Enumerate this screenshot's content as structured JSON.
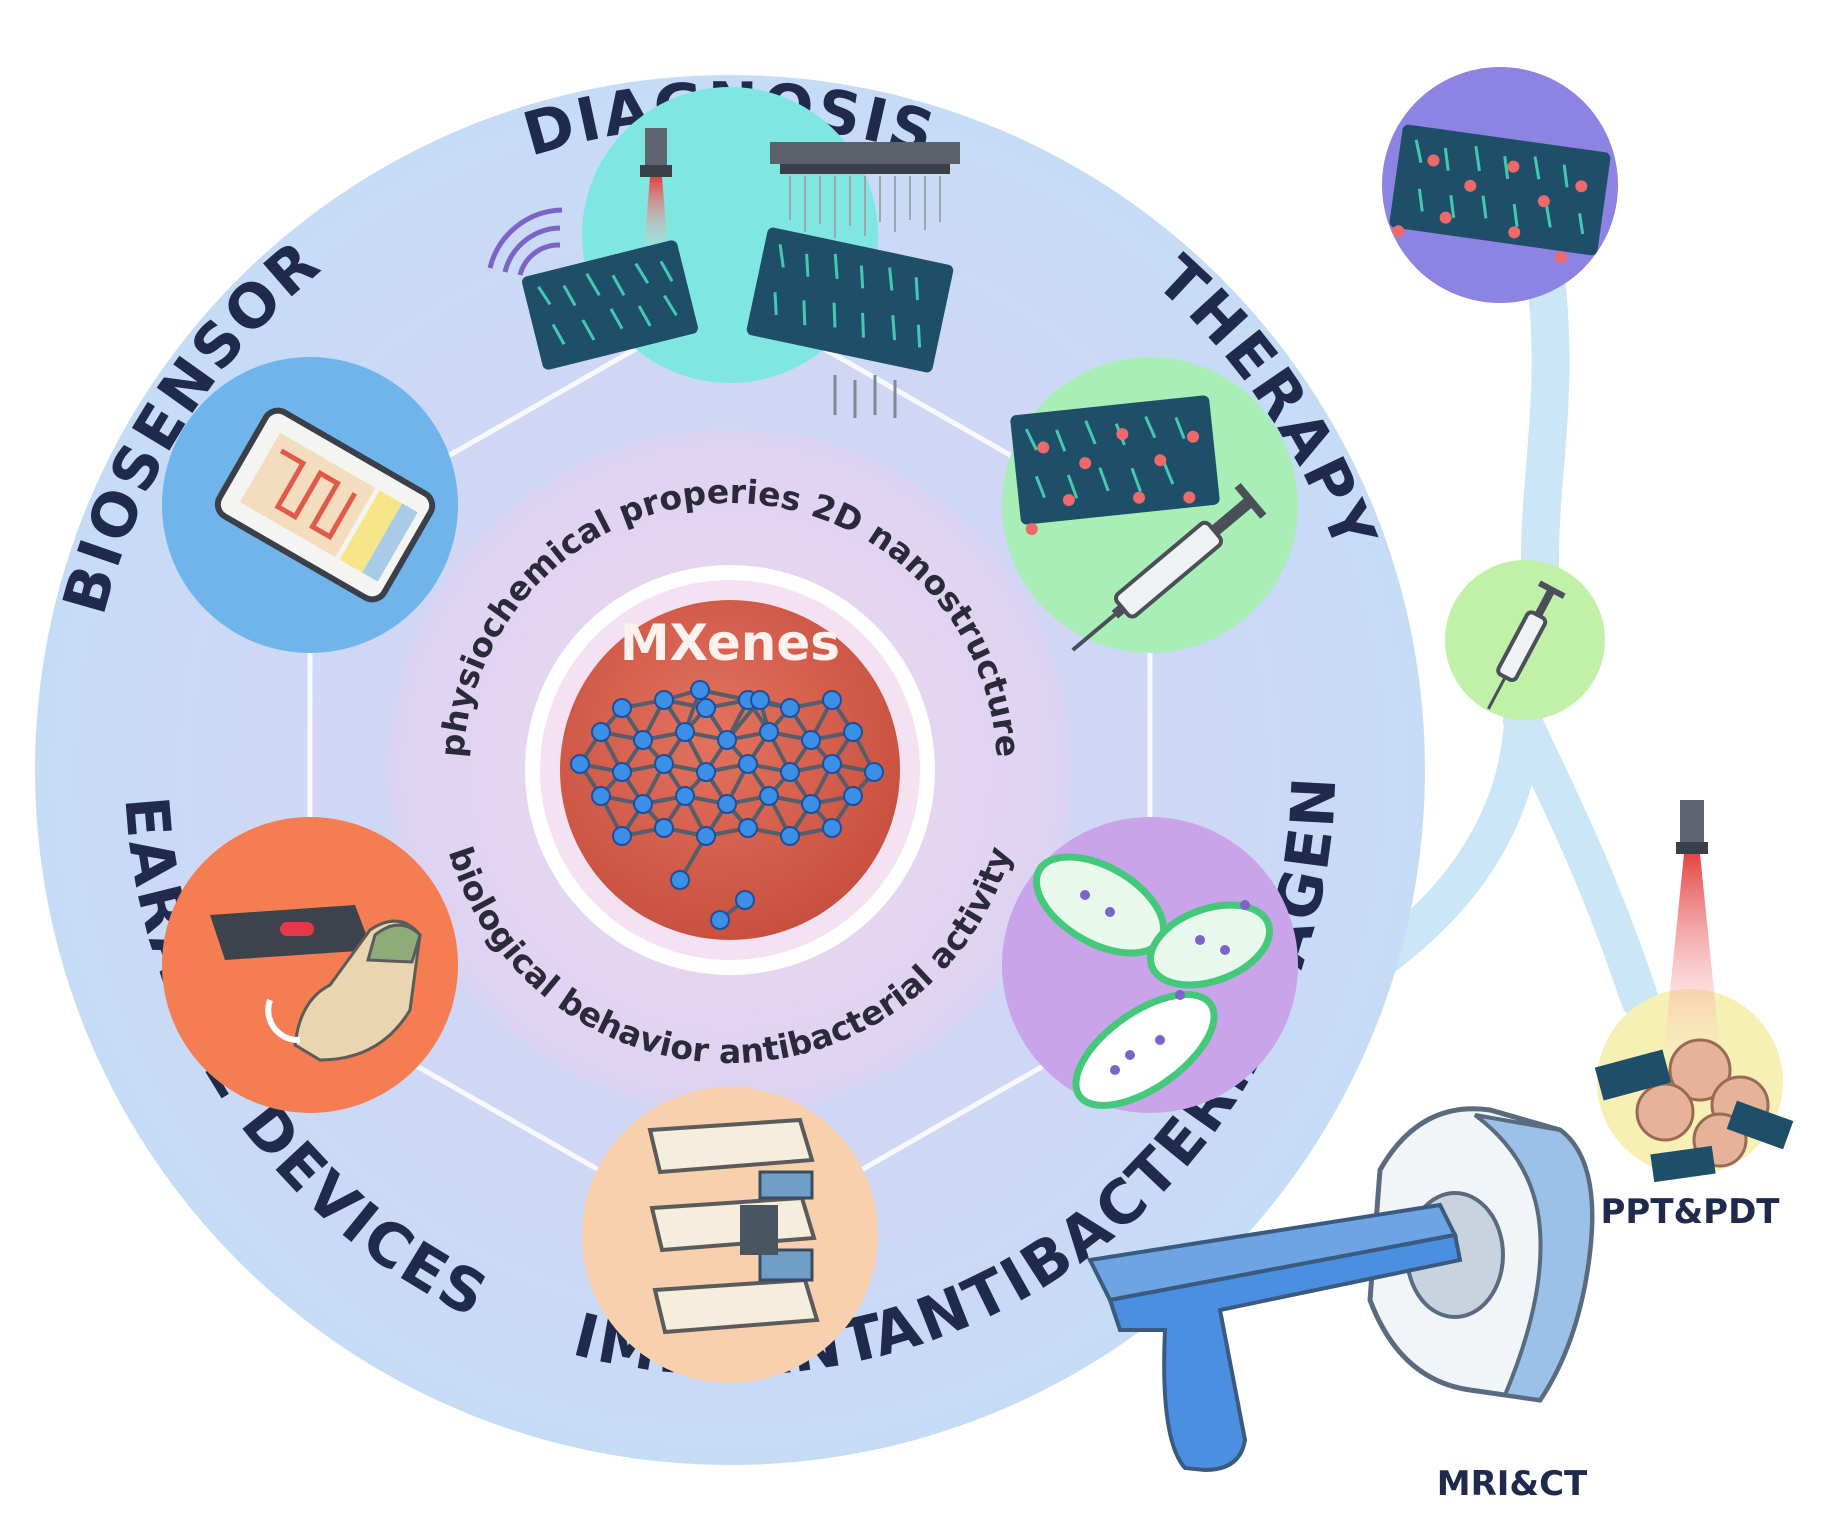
{
  "center": {
    "title": "MXenes"
  },
  "inner_ring": {
    "top_phrase": "physiochemical properies 2D nanostructure",
    "bottom_phrase": "biological behavior antibacterial activity"
  },
  "categories": {
    "diagnosis": "DIAGNOSIS",
    "therapy": "THERAPY",
    "antibacterial": "ANTIBACTERIAL AGENT",
    "implant": "IMPLANT",
    "wearable": "WEARABLE DEVICES",
    "biosensor": "BIOSENSOR"
  },
  "side_labels": {
    "ppt_pdt": "PPT&PDT",
    "mri_ct": "MRI&CT"
  },
  "colors": {
    "outer_disc": "#c9dcf6",
    "inner_disc": "#e8d6f4",
    "core": "#d9624f",
    "diagnosis_bg": "#7fe6e2",
    "therapy_bg": "#a8eeb6",
    "antibacterial_bg": "#c9a4ea",
    "implant_bg": "#f8d0ad",
    "wearable_bg": "#f47d52",
    "biosensor_bg": "#6fb5ec",
    "sheet": "#1f4f68",
    "fiber": "#45c8b0"
  }
}
